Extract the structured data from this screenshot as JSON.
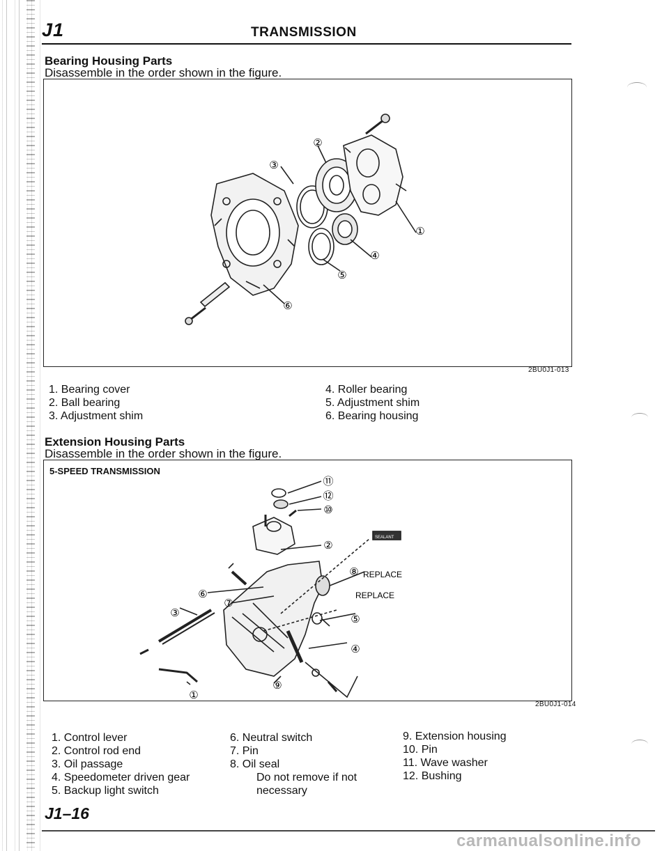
{
  "header": {
    "section_code": "J1",
    "title": "TRANSMISSION"
  },
  "bearing_section": {
    "title": "Bearing Housing Parts",
    "instruction": "Disassemble in the order shown in the figure.",
    "figure_id": "2BU0J1-013",
    "callouts": [
      "①",
      "②",
      "③",
      "④",
      "⑤",
      "⑥"
    ],
    "legend_col1": [
      "1. Bearing cover",
      "2. Ball bearing",
      "3. Adjustment shim"
    ],
    "legend_col2": [
      "4. Roller bearing",
      "5. Adjustment shim",
      "6. Bearing housing"
    ]
  },
  "extension_section": {
    "title": "Extension Housing Parts",
    "instruction": "Disassemble in the order shown in the figure.",
    "box_label": "5-SPEED TRANSMISSION",
    "figure_id": "2BU0J1-014",
    "callouts": [
      "⑪",
      "⑫",
      "⑩",
      "②",
      "⑧",
      "⑥",
      "⑦",
      "③",
      "⑤",
      "④",
      "⑨",
      "①"
    ],
    "replace_label_1": "REPLACE",
    "replace_label_2": "REPLACE",
    "sealant_label": "SEALANT",
    "legend_col1": [
      "1. Control lever",
      "2. Control rod end",
      "3. Oil passage",
      "4. Speedometer driven gear",
      "5. Backup light switch"
    ],
    "legend_col2": [
      "6. Neutral switch",
      "7. Pin",
      "8. Oil seal",
      "Do not remove if not",
      "necessary"
    ],
    "legend_col3": [
      "9. Extension housing",
      "10. Pin",
      "11. Wave washer",
      "12. Bushing"
    ]
  },
  "footer": {
    "page_number": "J1–16",
    "watermark": "carmanualsonline.info"
  }
}
